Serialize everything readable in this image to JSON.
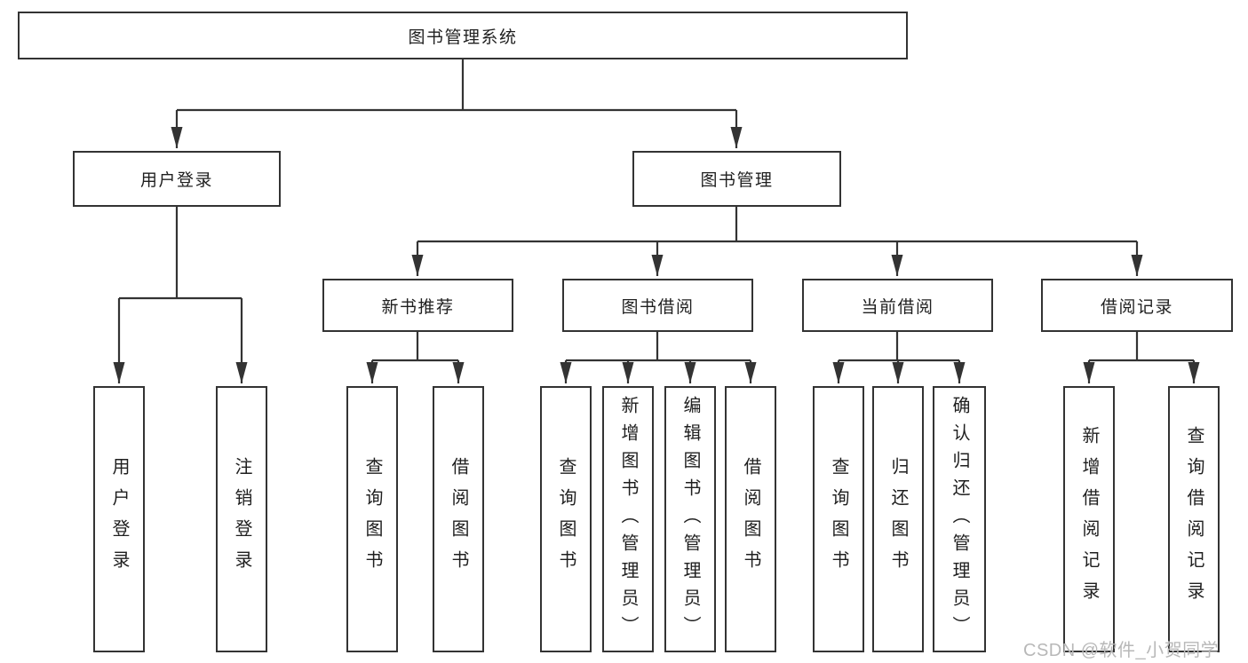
{
  "diagram": {
    "root": {
      "label": "图书管理系统",
      "children": [
        {
          "label": "用户登录",
          "children": [
            {
              "label": "用户登录"
            },
            {
              "label": "注销登录"
            }
          ]
        },
        {
          "label": "图书管理",
          "children": [
            {
              "label": "新书推荐",
              "children": [
                {
                  "label": "查询图书"
                },
                {
                  "label": "借阅图书"
                }
              ]
            },
            {
              "label": "图书借阅",
              "children": [
                {
                  "label": "查询图书"
                },
                {
                  "label": "新增图书（管理员）"
                },
                {
                  "label": "编辑图书（管理员）"
                },
                {
                  "label": "借阅图书"
                }
              ]
            },
            {
              "label": "当前借阅",
              "children": [
                {
                  "label": "查询图书"
                },
                {
                  "label": "归还图书"
                },
                {
                  "label": "确认归还（管理员）"
                }
              ]
            },
            {
              "label": "借阅记录",
              "children": [
                {
                  "label": "新增借阅记录"
                },
                {
                  "label": "查询借阅记录"
                }
              ]
            }
          ]
        }
      ]
    }
  },
  "watermark": {
    "text": "CSDN @软件_小贺同学"
  },
  "colors": {
    "line": "#333333",
    "text": "#1f1f1f",
    "box_background": "#ffffff",
    "watermark": "#b8b8b8",
    "page_background": "#ffffff"
  }
}
